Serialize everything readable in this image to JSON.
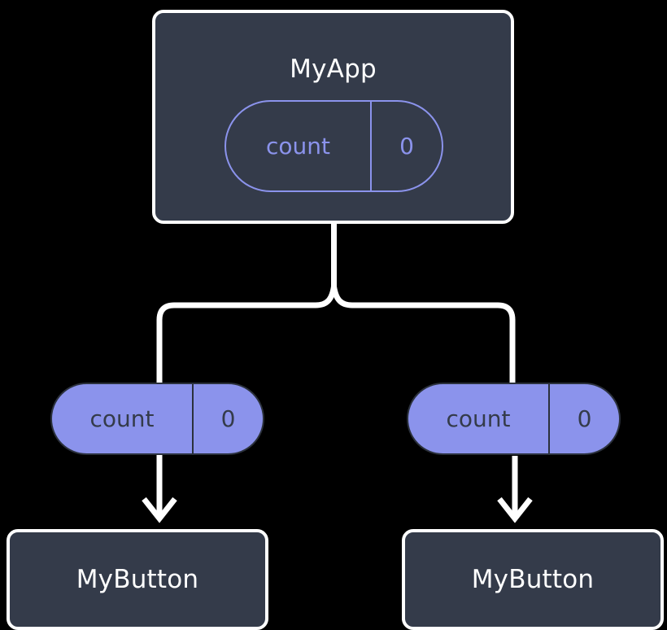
{
  "diagram": {
    "title": "",
    "colors": {
      "background": "#000000",
      "component_fill": "#343b4a",
      "component_border": "#ffffff",
      "component_text": "#ffffff",
      "accent_purple": "#8b93ec",
      "pill_text_dark": "#343b4a",
      "edge": "#ffffff"
    },
    "root": {
      "name": "MyApp",
      "state": {
        "key": "count",
        "value": "0"
      }
    },
    "props": [
      {
        "key": "count",
        "value": "0"
      },
      {
        "key": "count",
        "value": "0"
      }
    ],
    "children": [
      {
        "name": "MyButton"
      },
      {
        "name": "MyButton"
      }
    ],
    "edges": {
      "tree_fork": "root-to-children",
      "arrows": [
        {
          "from": "prop-pill-left",
          "to": "leaf-component-left",
          "head": "arrow-down-icon"
        },
        {
          "from": "prop-pill-right",
          "to": "leaf-component-right",
          "head": "arrow-down-icon"
        }
      ]
    }
  }
}
